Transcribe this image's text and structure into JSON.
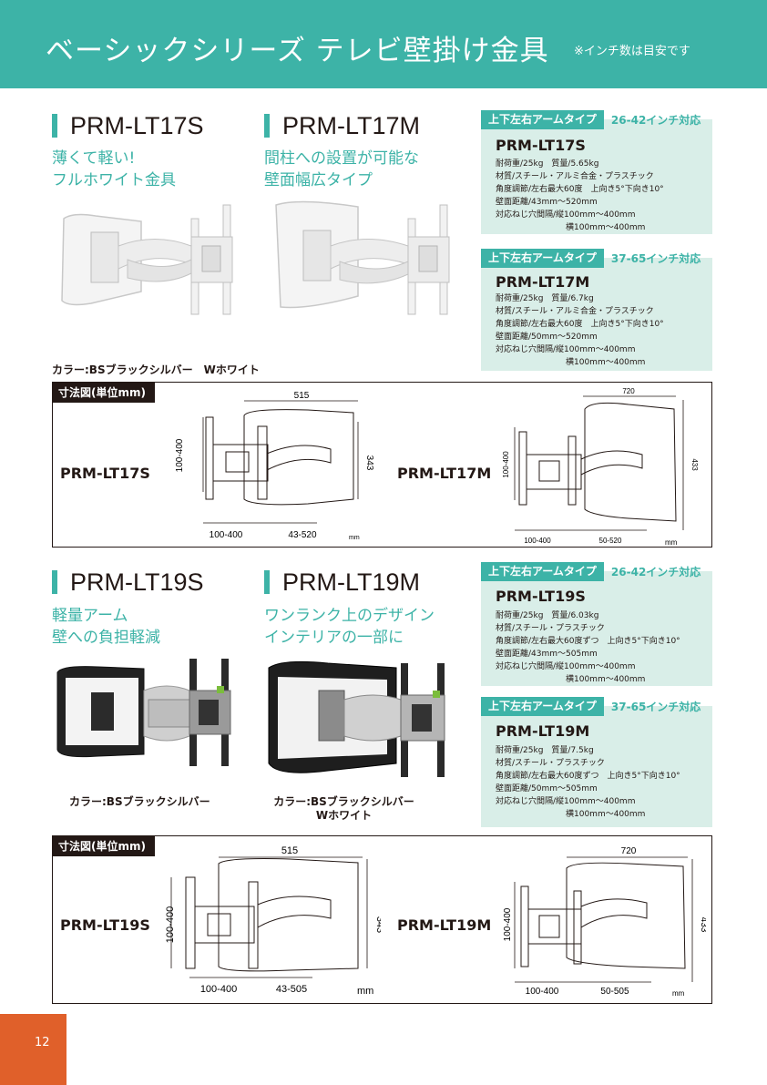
{
  "header": {
    "title": "ベーシックシリーズ テレビ壁掛け金具",
    "note": "※インチ数は目安です"
  },
  "section1": {
    "models": [
      {
        "name": "PRM-LT17S",
        "tagline": [
          "薄くて軽い!",
          "フルホワイト金具"
        ]
      },
      {
        "name": "PRM-LT17M",
        "tagline": [
          "間柱への設置が可能な",
          "壁面幅広タイプ"
        ]
      }
    ],
    "color_note": "カラー:BSブラックシルバー　Wホワイト",
    "specs": [
      {
        "type_label": "上下左右アームタイプ",
        "inch_range": "26-42インチ対応",
        "title": "PRM-LT17S",
        "lines": [
          "耐荷重/25kg　質量/5.65kg",
          "材質/スチール・アルミ合金・プラスチック",
          "角度調節/左右最大60度　上向き5°下向き10°",
          "壁面距離/43mm～520mm",
          "対応ねじ穴間隔/縦100mm～400mm"
        ],
        "indent_line": "横100mm～400mm"
      },
      {
        "type_label": "上下左右アームタイプ",
        "inch_range": "37-65インチ対応",
        "title": "PRM-LT17M",
        "lines": [
          "耐荷重/25kg　質量/6.7kg",
          "材質/スチール・アルミ合金・プラスチック",
          "角度調節/左右最大60度　上向き5°下向き10°",
          "壁面距離/50mm～520mm",
          "対応ねじ穴間隔/縦100mm～400mm"
        ],
        "indent_line": "横100mm～400mm"
      }
    ],
    "dimensions": {
      "tag": "寸法図(単位mm)",
      "left": {
        "model": "PRM-LT17S",
        "top": "515",
        "side": "343",
        "vertical": "100-400",
        "bottom_a": "100-400",
        "bottom_b": "43-520",
        "unit": "mm"
      },
      "right": {
        "model": "PRM-LT17M",
        "top": "720",
        "side": "433",
        "vertical": "100-400",
        "bottom_a": "100-400",
        "bottom_b": "50-520",
        "unit": "mm"
      }
    }
  },
  "section2": {
    "models": [
      {
        "name": "PRM-LT19S",
        "tagline": [
          "軽量アーム",
          "壁への負担軽減"
        ]
      },
      {
        "name": "PRM-LT19M",
        "tagline": [
          "ワンランク上のデザイン",
          "インテリアの一部に"
        ]
      }
    ],
    "color_note_left": "カラー:BSブラックシルバー",
    "color_note_right": [
      "カラー:BSブラックシルバー",
      "Wホワイト"
    ],
    "specs": [
      {
        "type_label": "上下左右アームタイプ",
        "inch_range": "26-42インチ対応",
        "title": "PRM-LT19S",
        "lines": [
          "耐荷重/25kg　質量/6.03kg",
          "材質/スチール・プラスチック",
          "角度調節/左右最大60度ずつ　上向き5°下向き10°",
          "壁面距離/43mm～505mm",
          "対応ねじ穴間隔/縦100mm～400mm"
        ],
        "indent_line": "横100mm～400mm"
      },
      {
        "type_label": "上下左右アームタイプ",
        "inch_range": "37-65インチ対応",
        "title": "PRM-LT19M",
        "lines": [
          "耐荷重/25kg　質量/7.5kg",
          "材質/スチール・プラスチック",
          "角度調節/左右最大60度ずつ　上向き5°下向き10°",
          "壁面距離/50mm～505mm",
          "対応ねじ穴間隔/縦100mm～400mm"
        ],
        "indent_line": "横100mm～400mm"
      }
    ],
    "dimensions": {
      "tag": "寸法図(単位mm)",
      "left": {
        "model": "PRM-LT19S",
        "top": "515",
        "side": "343",
        "vertical": "100-400",
        "bottom_a": "100-400",
        "bottom_b": "43-505",
        "unit": "mm"
      },
      "right": {
        "model": "PRM-LT19M",
        "top": "720",
        "side": "433",
        "vertical": "100-400",
        "bottom_a": "100-400",
        "bottom_b": "50-505",
        "unit": "mm"
      }
    }
  },
  "page_number": "12",
  "colors": {
    "accent": "#3db3a7",
    "spec_bg": "#d9eee8",
    "page_tab": "#e0602a"
  }
}
